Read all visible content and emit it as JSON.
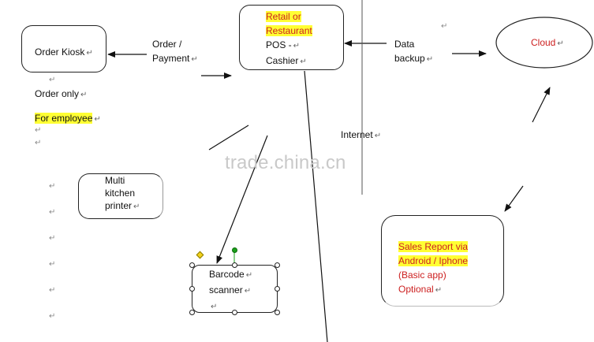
{
  "nodes": {
    "order_kiosk": {
      "label": "Order Kiosk"
    },
    "pos": {
      "line1": "Retail or",
      "line2": "Restaurant",
      "line3": "POS -",
      "line4": "Cashier"
    },
    "cloud": {
      "label": "Cloud"
    },
    "kitchen_printer": {
      "line1": "Multi",
      "line2": "kitchen",
      "line3": "printer"
    },
    "barcode_scanner": {
      "line1": "Barcode",
      "line2": "scanner"
    },
    "sales_report": {
      "line1": "Sales Report via",
      "line2": "Android / Iphone",
      "line3": "(Basic app)",
      "line4": "Optional"
    }
  },
  "edge_labels": {
    "order_payment_1": "Order /",
    "order_payment_2": "Payment",
    "data_backup_1": "Data",
    "data_backup_2": "backup",
    "internet": "Internet"
  },
  "notes": {
    "order_only": "Order only",
    "for_employee": "For employee"
  },
  "return_mark": "↵",
  "watermark": "trade.china.cn",
  "colors": {
    "highlight": "#ffff33",
    "red_text": "#cc1f1f",
    "handle_green": "#1aa01a",
    "handle_yellow": "#f3d21b"
  }
}
